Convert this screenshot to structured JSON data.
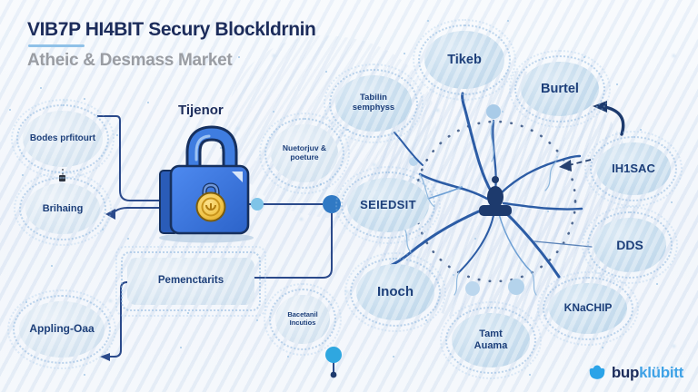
{
  "header": {
    "title": "VIB7P HI4BIT Secury Blockldrnin",
    "subtitle": "Atheic & Desmass Market"
  },
  "diagram": {
    "lock_label": "Tijenor",
    "bubbles": {
      "bodes": "Bodes prfitourt",
      "brihaing": "Brihaing",
      "nuetorjuv": "Nuetorjuv & poeture",
      "tabilin": "Tabilin semphyss",
      "seiedsit": "SEIEDSIT",
      "tikeb": "Tikeb",
      "burtel": "Burtel",
      "ihisac": "IH1SAC",
      "dds": "DDS",
      "knachip": "KNaCHIP",
      "inoch": "Inoch",
      "tamt": "Tamt Auama",
      "appling": "Appling-Oaa",
      "bacetanil": "Bacetanil Incutios",
      "pemontarits": "Pemenctarits"
    }
  },
  "logo": {
    "brand_dark": "bup",
    "brand_light": "klübitt"
  },
  "colors": {
    "navy": "#1c2c5b",
    "line_blue": "#2b4a8b",
    "node_blue": "#3079c4",
    "lock_blue": "#3f7de0",
    "gold": "#f2c64a",
    "logo_blue": "#2aa3e8"
  }
}
